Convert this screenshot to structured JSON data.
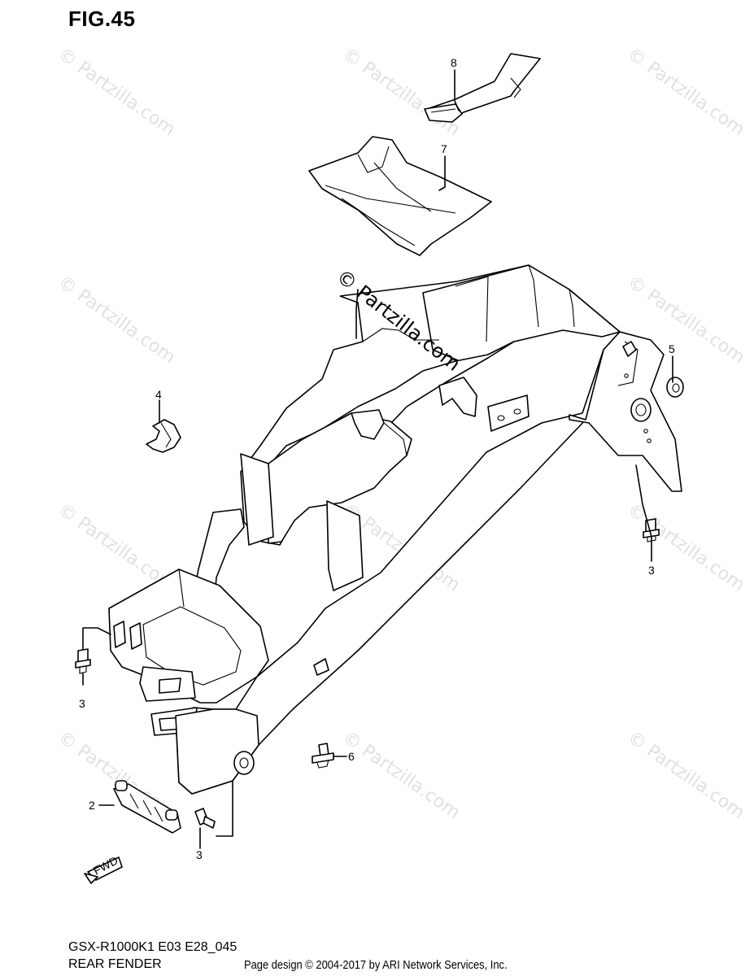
{
  "figure": {
    "title": "FIG.45"
  },
  "footer": {
    "model_code": "GSX-R1000K1 E03 E28_045",
    "part_name": "REAR FENDER",
    "credit": "Page design © 2004-2017 by ARI Network Services, Inc."
  },
  "watermark": {
    "main": "© Partzilla.com",
    "tile": "© Partzilla.com"
  },
  "fwd_label": "FWD",
  "callouts": {
    "p8": "8",
    "p7": "7",
    "p5": "5",
    "p4": "4",
    "p3_right": "3",
    "p3_left": "3",
    "p3_bottom": "3",
    "p6": "6",
    "p2": "2"
  }
}
